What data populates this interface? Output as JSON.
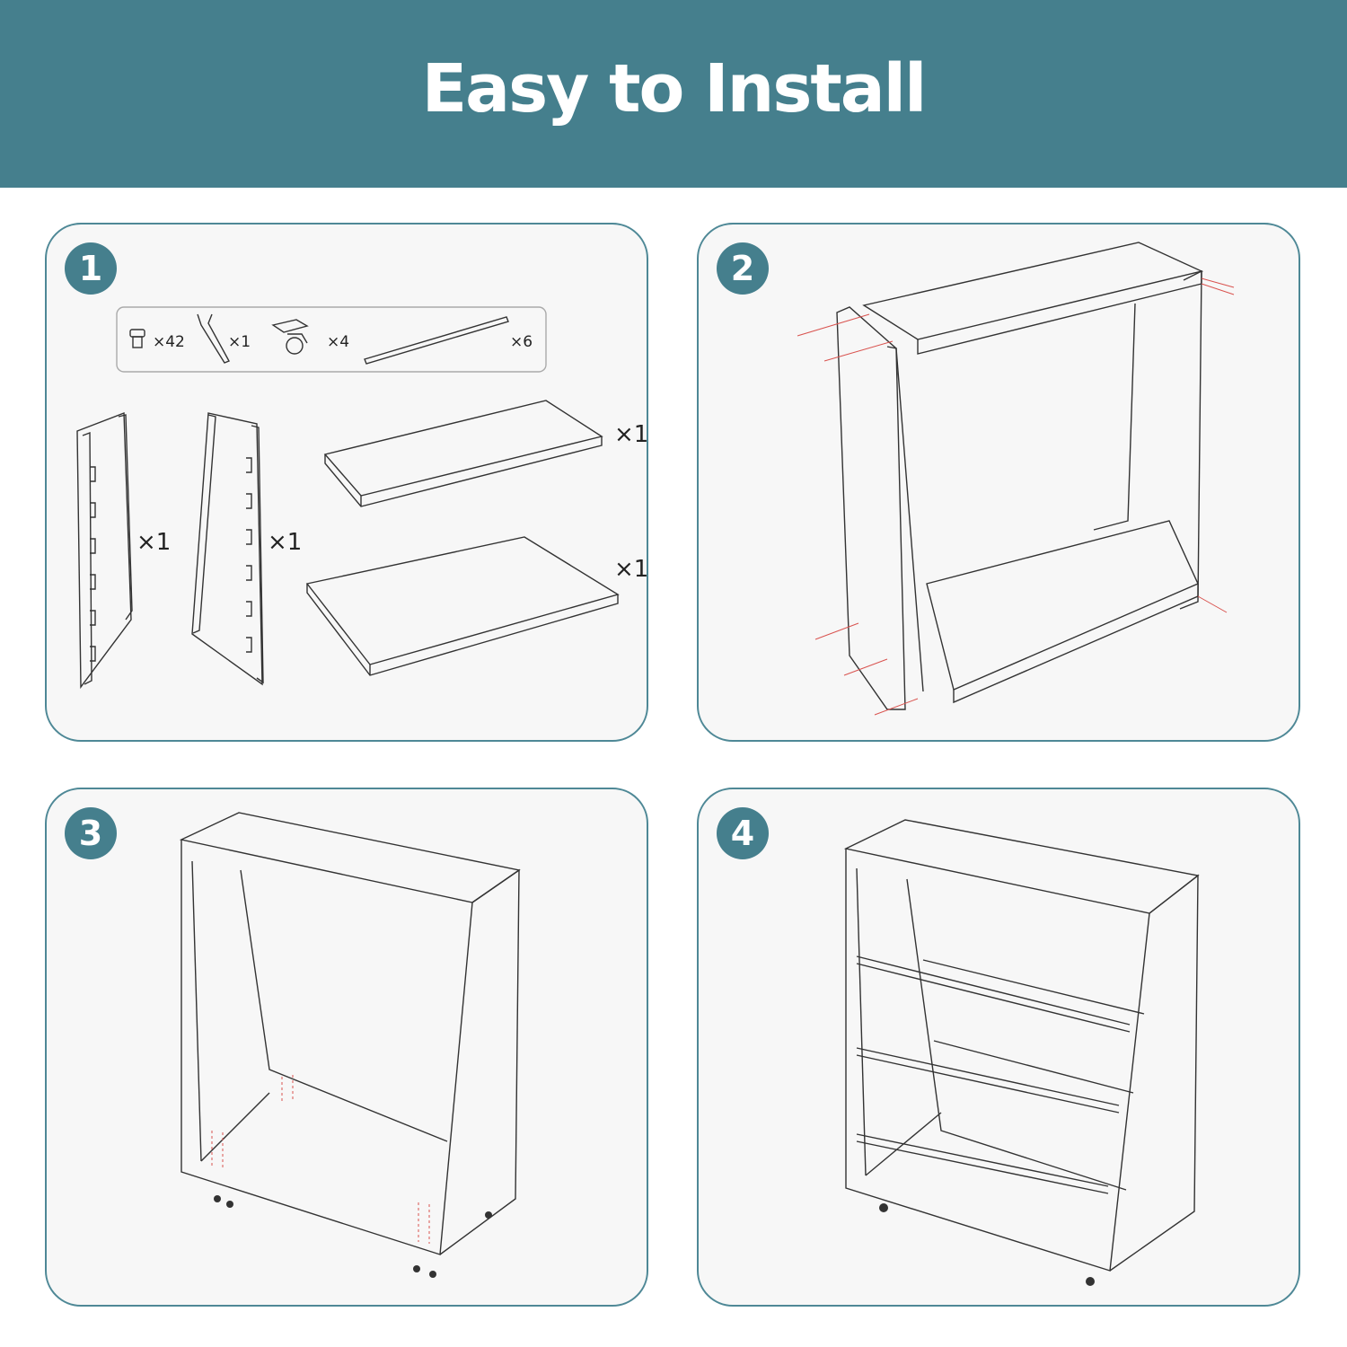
{
  "banner": {
    "title": "Easy to Install",
    "color": "#457f8d"
  },
  "steps": [
    {
      "number": "1"
    },
    {
      "number": "2"
    },
    {
      "number": "3"
    },
    {
      "number": "4"
    }
  ],
  "parts": {
    "screws": "×42",
    "wrench": "×1",
    "casters": "×4",
    "rods": "×6",
    "left_side": "×1",
    "right_side": "×1",
    "top_tray": "×1",
    "bottom_tray": "×1"
  },
  "icons": [
    "screw-icon",
    "wrench-icon",
    "caster-icon",
    "rod-icon"
  ]
}
